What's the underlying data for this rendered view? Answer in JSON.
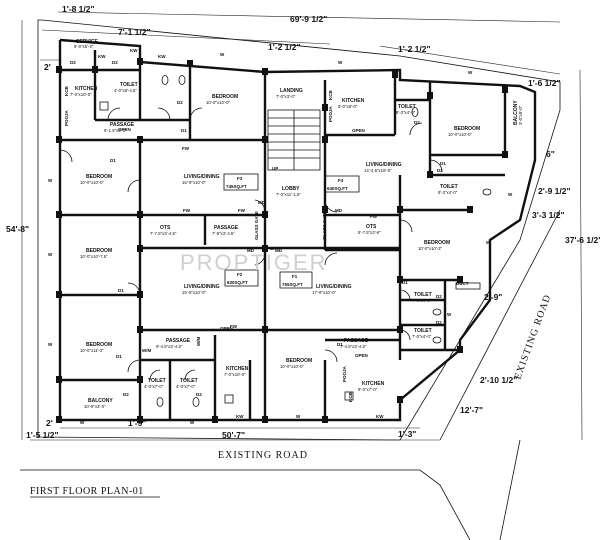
{
  "plan_title": "FIRST FLOOR PLAN-01",
  "watermark": "PROPTIGER",
  "roads": {
    "bottom": "EXISTING ROAD",
    "right": "EXISTING ROAD"
  },
  "dimensions": {
    "top_left": "1'-8 1/2\"",
    "top_overall": "69'-9 1/2\"",
    "top_a": "7'-1 1/2\"",
    "top_b": "1'-2 1/2\"",
    "top_c": "1'-2 1/2\"",
    "top_right": "1'-6 1/2\"",
    "left_overall": "54'-8\"",
    "left_top": "2'",
    "right_a": "6\"",
    "right_b": "2'-9 1/2\"",
    "right_c": "3'-3 1/2\"",
    "right_overall": "37'-6 1/2\"",
    "right_d": "2'-9\"",
    "right_e": "2'-10 1/2\"",
    "right_f": "12'-7\"",
    "bottom_left": "1'-5 1/2\"",
    "bottom_left_b": "2'",
    "bottom_a": "1'-9\"",
    "bottom_overall": "50'-7\"",
    "bottom_right": "1'-3\""
  },
  "rooms": [
    {
      "id": "service",
      "name": "SERVICE",
      "size": "5'-0\"x5'-3\""
    },
    {
      "id": "kitchen-tl",
      "name": "KITCHEN",
      "size": "7'-0\"x10'-0\""
    },
    {
      "id": "toilet-tl",
      "name": "TOILET",
      "size": "4'-0\"x8'-4.5\""
    },
    {
      "id": "bedroom-tl",
      "name": "BEDROOM",
      "size": "10'-0\"x10'-0\""
    },
    {
      "id": "passage-tl",
      "name": "PASSAGE",
      "size": "9'-1.5\"x3'-0\""
    },
    {
      "id": "landing",
      "name": "LANDING",
      "size": "7'-0\"x3'-0\""
    },
    {
      "id": "kitchen-tr",
      "name": "KITCHEN",
      "size": "9'-0\"x8'-0\""
    },
    {
      "id": "toilet-tr",
      "name": "TOILET",
      "size": "8'-3\"x4'-0\""
    },
    {
      "id": "bedroom-tr",
      "name": "BEDROOM",
      "size": "10'-0\"x10'-0\""
    },
    {
      "id": "balcony-tr",
      "name": "BALCONY",
      "size": "3'-0\"x8'-0\""
    },
    {
      "id": "bedroom-l1",
      "name": "BEDROOM",
      "size": "10'-0\"x10'-0\""
    },
    {
      "id": "living-tl",
      "name": "LIVING/DINING",
      "size": "15'-9\"x10'-0\""
    },
    {
      "id": "lobby",
      "name": "LOBBY",
      "size": "7'-0\"x11'-1.5\""
    },
    {
      "id": "living-tr",
      "name": "LIVING/DINING",
      "size": "14'-4.5\"x18'-0\""
    },
    {
      "id": "toilet-r1",
      "name": "TOILET",
      "size": "8'-3\"x4'-0\""
    },
    {
      "id": "ots-l",
      "name": "OTS",
      "size": "7'-7.5\"x3'-4.5\""
    },
    {
      "id": "passage-l",
      "name": "PASSAGE",
      "size": "7'-9\"x3'-4.5\""
    },
    {
      "id": "ots-r",
      "name": "OTS",
      "size": "5'-7.5\"x3'-6\""
    },
    {
      "id": "bedroom-r1",
      "name": "BEDROOM",
      "size": "10'-0\"x10'-3\""
    },
    {
      "id": "bedroom-l2",
      "name": "BEDROOM",
      "size": "10'-0\"x10'-7.5\""
    },
    {
      "id": "living-bl",
      "name": "LIVING/DINING",
      "size": "15'-9\"x10'-0\""
    },
    {
      "id": "living-br",
      "name": "LIVING/DINING",
      "size": "17'-9\"x10'-0\""
    },
    {
      "id": "toilet-r2",
      "name": "TOILET",
      "size": "7'-0\"x4'-0\""
    },
    {
      "id": "toilet-r3",
      "name": "TOILET",
      "size": "7'-0\"x4'-0\""
    },
    {
      "id": "bedroom-bl",
      "name": "BEDROOM",
      "size": "10'-0\"x11'-3\""
    },
    {
      "id": "passage-bl",
      "name": "PASSAGE",
      "size": "9'-4.5\"x3'-4.5\""
    },
    {
      "id": "kitchen-bc",
      "name": "KITCHEN",
      "size": "7'-0\"x10'-0\""
    },
    {
      "id": "passage-br",
      "name": "PASSAGE",
      "size": "7'-4.5\"x3'-4.5\""
    },
    {
      "id": "bedroom-bc",
      "name": "BEDROOM",
      "size": "10'-0\"x10'-0\""
    },
    {
      "id": "kitchen-br",
      "name": "KITCHEN",
      "size": "9'-0\"x7'-0\""
    },
    {
      "id": "toilet-b1",
      "name": "TOILET",
      "size": "4'-0\"x7'-0\""
    },
    {
      "id": "toilet-b2",
      "name": "TOILET",
      "size": "4'-0\"x7'-0\""
    },
    {
      "id": "balcony-bl",
      "name": "BALCONY",
      "size": "10'-9\"x3'-0\""
    }
  ],
  "flats": [
    {
      "id": "f1",
      "code": "F1",
      "area": "755SQ.FT"
    },
    {
      "id": "f2",
      "code": "F2",
      "area": "830SQ.FT"
    },
    {
      "id": "f3",
      "code": "F3",
      "area": "745SQ.FT"
    },
    {
      "id": "f4",
      "code": "F4",
      "area": "640SQ.FT"
    }
  ],
  "labels": {
    "kw": "KW",
    "w": "W",
    "d1": "D1",
    "d2": "D2",
    "md": "MD",
    "fw": "FW",
    "open": "OPEN",
    "up": "UP",
    "pooja": "POOJA",
    "kcb": "KCB",
    "wm": "W/M",
    "duct": "DUCT",
    "glass_gate": "GLASS GATE",
    "cut_out": "CUT OUT"
  }
}
